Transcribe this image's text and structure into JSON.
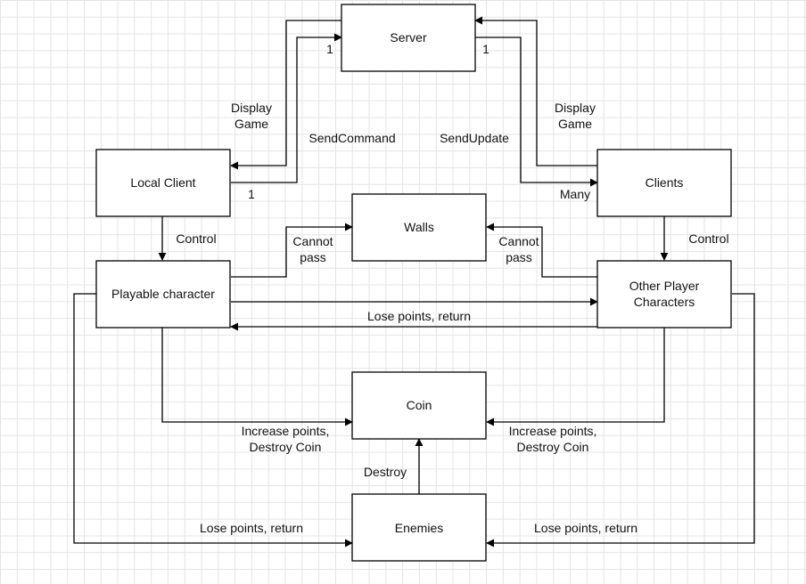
{
  "nodes": {
    "server": "Server",
    "local_client": "Local Client",
    "clients": "Clients",
    "walls": "Walls",
    "playable": "Playable character",
    "others_line1": "Other Player",
    "others_line2": "Characters",
    "coin": "Coin",
    "enemies": "Enemies"
  },
  "labels": {
    "display_game_left_1": "Display",
    "display_game_left_2": "Game",
    "display_game_right_1": "Display",
    "display_game_right_2": "Game",
    "send_command": "SendCommand",
    "send_update": "SendUpdate",
    "mult_server_left": "1",
    "mult_server_right": "1",
    "mult_local": "1",
    "mult_clients": "Many",
    "control_left": "Control",
    "control_right": "Control",
    "cannot_pass_left_1": "Cannot",
    "cannot_pass_left_2": "pass",
    "cannot_pass_right_1": "Cannot",
    "cannot_pass_right_2": "pass",
    "lose_points_middle": "Lose points, return",
    "increase_left_1": "Increase points,",
    "increase_left_2": "Destroy Coin",
    "increase_right_1": "Increase points,",
    "increase_right_2": "Destroy Coin",
    "destroy": "Destroy",
    "lose_points_bottom_left": "Lose points, return",
    "lose_points_bottom_right": "Lose points, return"
  }
}
